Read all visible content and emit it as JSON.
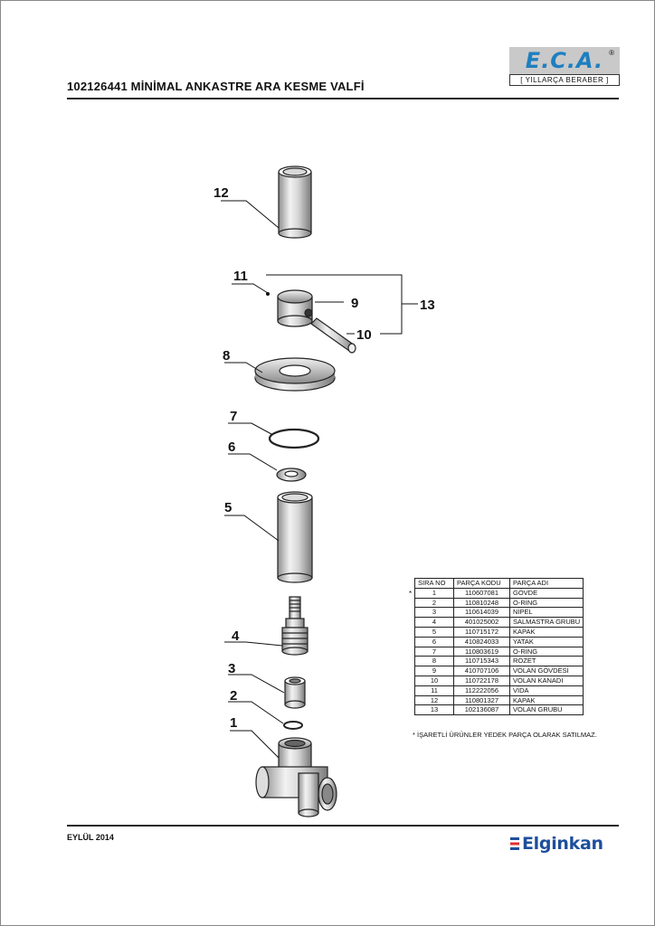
{
  "header": {
    "title": "102126441 MİNİMAL ANKASTRE ARA KESME VALFİ",
    "logo_text": "E.C.A.",
    "logo_reg": "®",
    "slogan": "[ YILLARÇA BERABER ]"
  },
  "footer": {
    "date": "EYLÜL 2014",
    "brand": "Elginkan"
  },
  "callouts": [
    "12",
    "11",
    "9",
    "13",
    "10",
    "8",
    "7",
    "6",
    "5",
    "4",
    "3",
    "2",
    "1"
  ],
  "table": {
    "headers": [
      "SIRA NO",
      "PARÇA KODU",
      "PARÇA ADI"
    ],
    "rows": [
      {
        "no": "1",
        "code": "110607081",
        "name": "GÖVDE"
      },
      {
        "no": "2",
        "code": "110810248",
        "name": "O-RİNG"
      },
      {
        "no": "3",
        "code": "110614039",
        "name": "NİPEL"
      },
      {
        "no": "4",
        "code": "401025002",
        "name": "SALMASTRA GRUBU"
      },
      {
        "no": "5",
        "code": "110715172",
        "name": "KAPAK"
      },
      {
        "no": "6",
        "code": "410824033",
        "name": "YATAK"
      },
      {
        "no": "7",
        "code": "110803619",
        "name": "O-RİNG"
      },
      {
        "no": "8",
        "code": "110715343",
        "name": "ROZET"
      },
      {
        "no": "9",
        "code": "410707106",
        "name": "VOLAN GÖVDESİ"
      },
      {
        "no": "10",
        "code": "110722178",
        "name": "VOLAN KANADI"
      },
      {
        "no": "11",
        "code": "112222056",
        "name": "VİDA"
      },
      {
        "no": "12",
        "code": "110801327",
        "name": "KAPAK"
      },
      {
        "no": "13",
        "code": "102136087",
        "name": "VOLAN GRUBU"
      }
    ],
    "star": "*",
    "note": "* İŞARETLİ ÜRÜNLER YEDEK PARÇA OLARAK SATILMAZ."
  },
  "colors": {
    "eca_blue": "#1e7fc0",
    "elginkan_blue": "#1d4f9c",
    "elginkan_red": "#e0312f"
  }
}
